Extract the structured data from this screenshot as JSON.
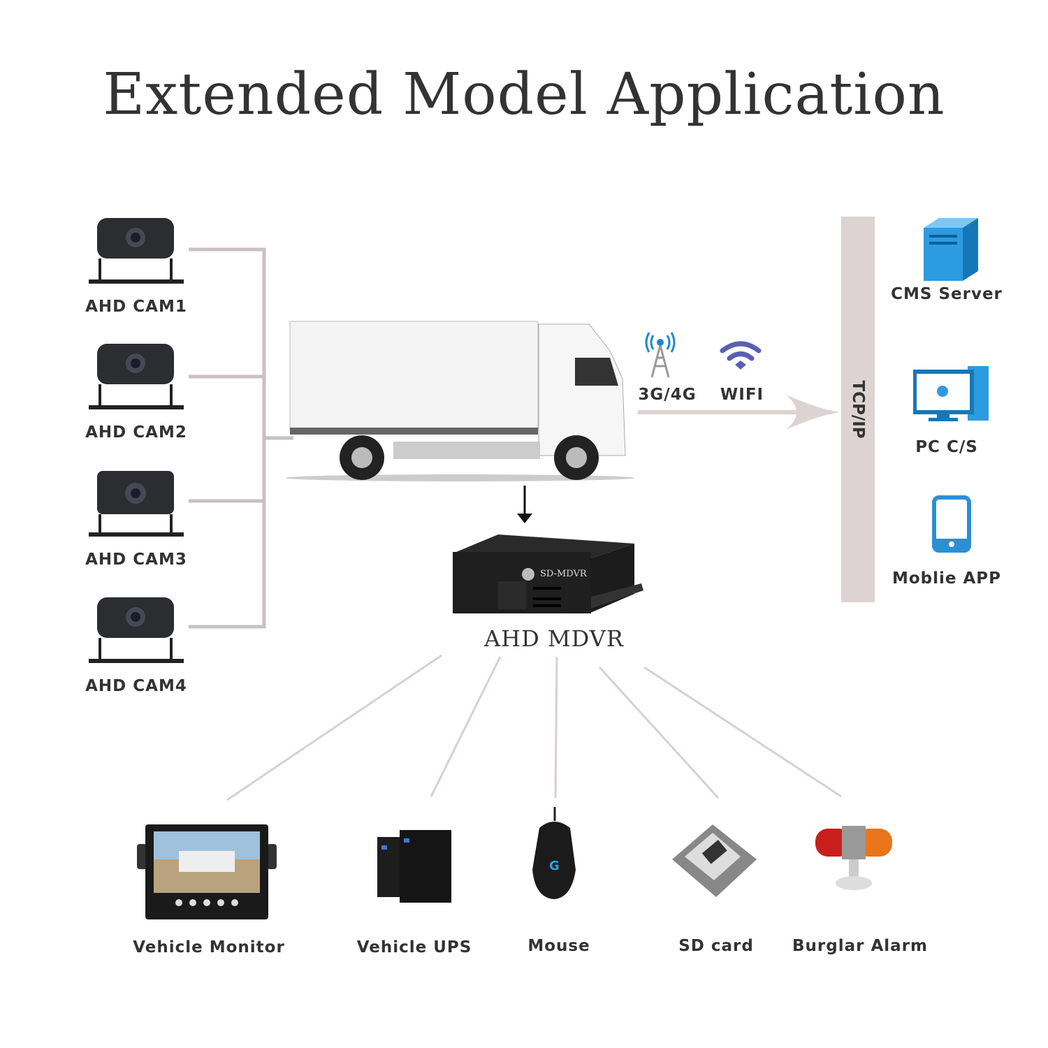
{
  "title": "Extended Model Application",
  "cameras": [
    {
      "label": "AHD CAM1"
    },
    {
      "label": "AHD CAM2"
    },
    {
      "label": "AHD CAM3"
    },
    {
      "label": "AHD CAM4"
    }
  ],
  "network": {
    "cellular_label": "3G/4G",
    "wifi_label": "WIFI",
    "bus_label": "TCP/IP"
  },
  "dvr": {
    "label": "AHD MDVR",
    "device_text": "SD-MDVR"
  },
  "clients": [
    {
      "label": "CMS Server",
      "icon": "server-icon"
    },
    {
      "label": "PC C/S",
      "icon": "desktop-pc-icon"
    },
    {
      "label": "Moblie APP",
      "icon": "smartphone-icon"
    }
  ],
  "peripherals": [
    {
      "label": "Vehicle Monitor"
    },
    {
      "label": "Vehicle UPS"
    },
    {
      "label": "Mouse"
    },
    {
      "label": "SD card"
    },
    {
      "label": "Burglar Alarm"
    }
  ],
  "colors": {
    "connector": "#c9c1c1",
    "bus": "#ddd3d3",
    "accent_blue": "#1e88d0",
    "wifi": "#5a5fb5"
  }
}
